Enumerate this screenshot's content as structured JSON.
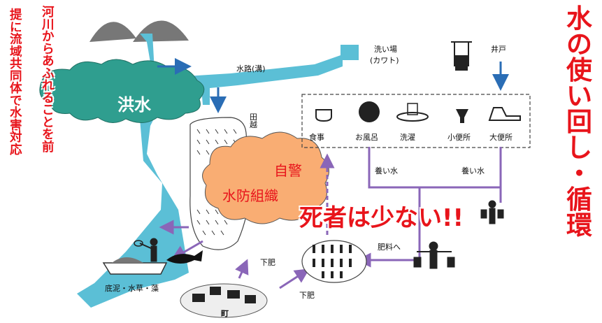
{
  "left_title_col1": "河川からあふれることを前",
  "left_title_col2": "提に流域共同体で水害対応",
  "right_title_col": "水の使い回し・循環",
  "labels": {
    "flood": "洪水",
    "waterway": "水路(溝)",
    "wash_place_1": "洗い場",
    "wash_place_2": "(カワト)",
    "well": "井戸",
    "paddy": "田越",
    "vigilance_1": "自警",
    "vigilance_2": "水防組織",
    "meal": "食事",
    "bath": "お風呂",
    "laundry": "洗濯",
    "urinal": "小便所",
    "toilet": "大便所",
    "fert_water_1": "養い水",
    "fert_water_2": "養い水",
    "to_fertilizer": "肥料へ",
    "manure_1": "下肥",
    "manure_2": "下肥",
    "mud": "底泥・水草・藻",
    "town": "町",
    "few_deaths": "死者は少ない!!"
  },
  "colors": {
    "river": "#5bbfd6",
    "cloud": "#2f9e8f",
    "vigilance_cloud": "#f9ad73",
    "arrow_blue": "#2a6db5",
    "arrow_purple": "#8a66b8",
    "title_red": "#e8141b"
  }
}
